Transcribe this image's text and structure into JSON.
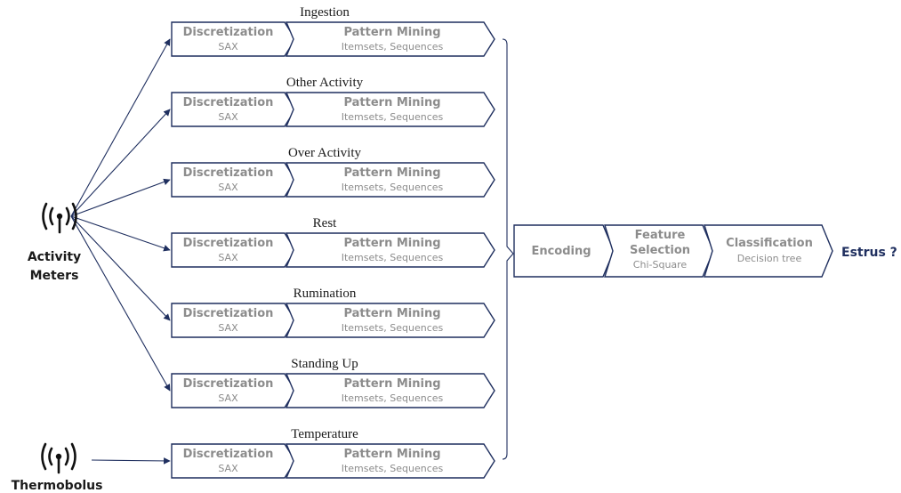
{
  "sensors": [
    {
      "label_line1": "Activity",
      "label_line2": "Meters",
      "icon": "antenna-icon"
    },
    {
      "label_line1": "Thermobolus",
      "label_line2": "",
      "icon": "antenna-icon"
    }
  ],
  "pipelines": [
    {
      "title": "Ingestion",
      "sensor": 0
    },
    {
      "title": "Other Activity",
      "sensor": 0
    },
    {
      "title": "Over Activity",
      "sensor": 0
    },
    {
      "title": "Rest",
      "sensor": 0
    },
    {
      "title": "Rumination",
      "sensor": 0
    },
    {
      "title": "Standing Up",
      "sensor": 0
    },
    {
      "title": "Temperature",
      "sensor": 1
    }
  ],
  "pipeline_steps": [
    {
      "title": "Discretization",
      "subtitle": "SAX"
    },
    {
      "title": "Pattern Mining",
      "subtitle": "Itemsets, Sequences"
    }
  ],
  "final_steps": [
    {
      "title": "Encoding",
      "title2": "",
      "subtitle": ""
    },
    {
      "title": "Feature",
      "title2": "Selection",
      "subtitle": "Chi-Square"
    },
    {
      "title": "Classification",
      "title2": "",
      "subtitle": "Decision tree"
    }
  ],
  "output": {
    "label": "Estrus ?"
  },
  "colors": {
    "stroke": "#1f2f5f",
    "step_text": "#8c8c8c",
    "output_text": "#1f2f5f"
  }
}
